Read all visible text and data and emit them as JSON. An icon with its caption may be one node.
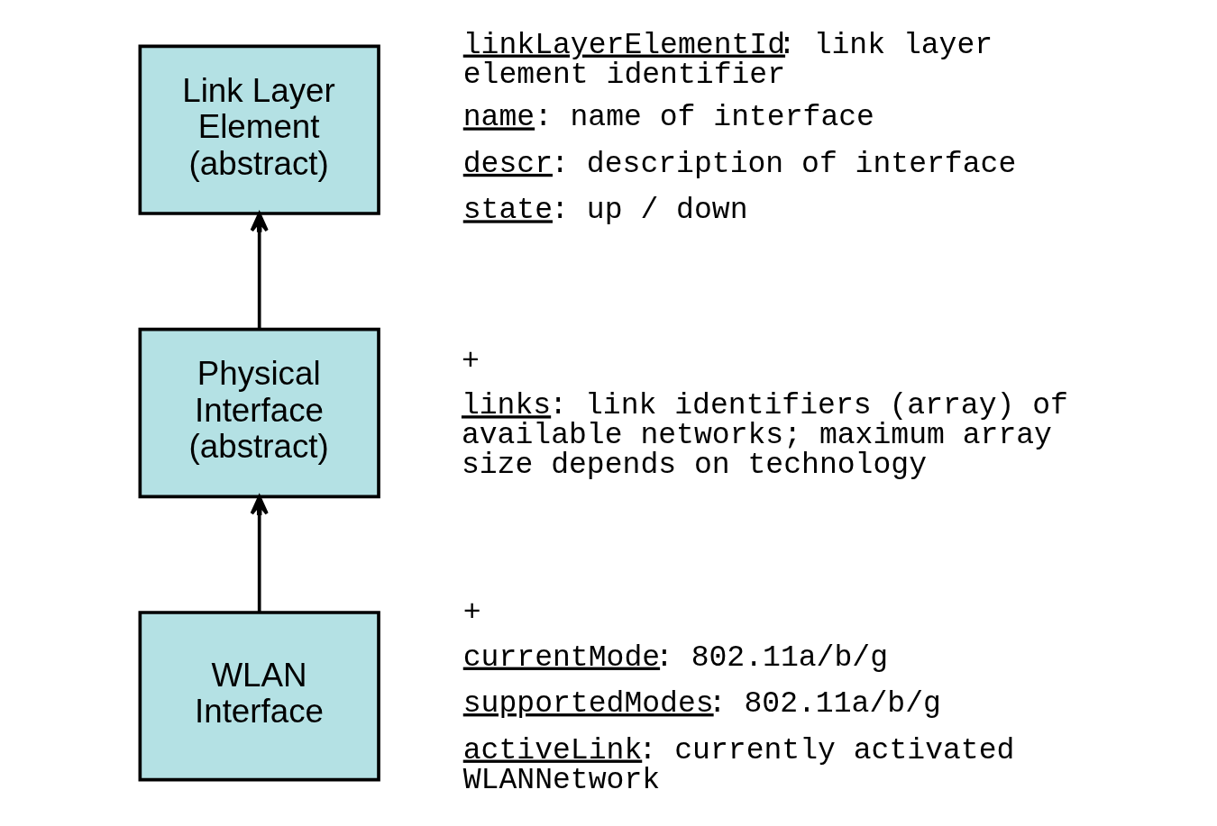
{
  "diagram": {
    "nodes": [
      {
        "text": [
          "Link Layer Element (abstract)"
        ],
        "beside": [
          "linkLayerElementId: link layer element identifier",
          "name: name of interface",
          "descr: description of interface",
          "state: up / down"
        ]
      },
      {
        "text": [
          "Physical Interface (abstract)"
        ],
        "beside": [
          "+",
          "links: link identifiers (array) of available networks; maximum array size depends on technology"
        ]
      },
      {
        "text": [
          "WLAN Interface"
        ],
        "beside": [
          "+",
          "currentMode: 802.11a/b/g",
          "supportedModes: 802.11a/b/g",
          "activeLink: currently activated WLANNetwork"
        ]
      }
    ],
    "edges": [
      {
        "from": 1,
        "to": 0,
        "arrow": "to"
      },
      {
        "from": 2,
        "to": 1,
        "arrow": "to"
      }
    ]
  }
}
